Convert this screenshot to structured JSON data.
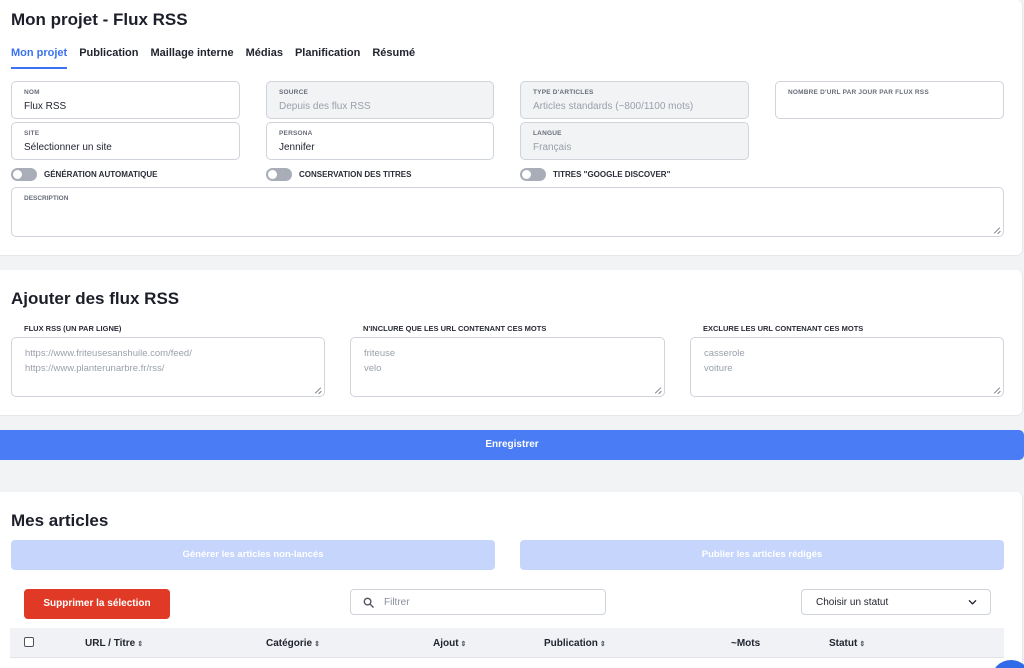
{
  "page": {
    "title": "Mon projet - Flux RSS",
    "tabs": [
      {
        "label": "Mon projet",
        "active": true
      },
      {
        "label": "Publication"
      },
      {
        "label": "Maillage interne"
      },
      {
        "label": "Médias"
      },
      {
        "label": "Planification"
      },
      {
        "label": "Résumé"
      }
    ]
  },
  "project": {
    "nom": {
      "label": "NOM",
      "value": "Flux RSS"
    },
    "source": {
      "label": "SOURCE",
      "value": "Depuis des flux RSS"
    },
    "type": {
      "label": "TYPE D'ARTICLES",
      "value": "Articles standards (~800/1100 mots)"
    },
    "nb_url": {
      "label": "NOMBRE D'URL PAR JOUR PAR FLUX RSS",
      "value": ""
    },
    "site": {
      "label": "SITE",
      "value": "Sélectionner un site"
    },
    "persona": {
      "label": "PERSONA",
      "value": "Jennifer"
    },
    "langue": {
      "label": "LANGUE",
      "value": "Français"
    },
    "toggles": [
      {
        "label": "GÉNÉRATION AUTOMATIQUE",
        "on": false
      },
      {
        "label": "CONSERVATION DES TITRES",
        "on": false
      },
      {
        "label": "TITRES \"GOOGLE DISCOVER\"",
        "on": false
      }
    ],
    "description_label": "DESCRIPTION"
  },
  "rss": {
    "title": "Ajouter des flux RSS",
    "feeds": {
      "label": "FLUX RSS (UN PAR LIGNE)",
      "placeholder_1": "https://www.friteusesanshuile.com/feed/",
      "placeholder_2": "https://www.planterunarbre.fr/rss/"
    },
    "include": {
      "label": "N'INCLURE QUE LES URL CONTENANT CES MOTS",
      "placeholder_1": "friteuse",
      "placeholder_2": "velo"
    },
    "exclude": {
      "label": "EXCLURE LES URL CONTENANT CES MOTS",
      "placeholder_1": "casserole",
      "placeholder_2": "voiture"
    }
  },
  "actions": {
    "save_label": "Enregistrer"
  },
  "articles": {
    "title": "Mes articles",
    "generate_label": "Générer les articles non-lancés",
    "publish_label": "Publier les articles rédigés",
    "delete_label": "Supprimer la sélection",
    "filter_placeholder": "Filtrer",
    "status_select": "Choisir un statut",
    "columns": [
      "URL / Titre",
      "Catégorie",
      "Ajout",
      "Publication",
      "~Mots",
      "Statut"
    ],
    "sort_glyph": "⇕"
  },
  "colors": {
    "accent": "#4a7cf5",
    "danger": "#e03a26",
    "disabled_button": "#c6d5fb"
  }
}
